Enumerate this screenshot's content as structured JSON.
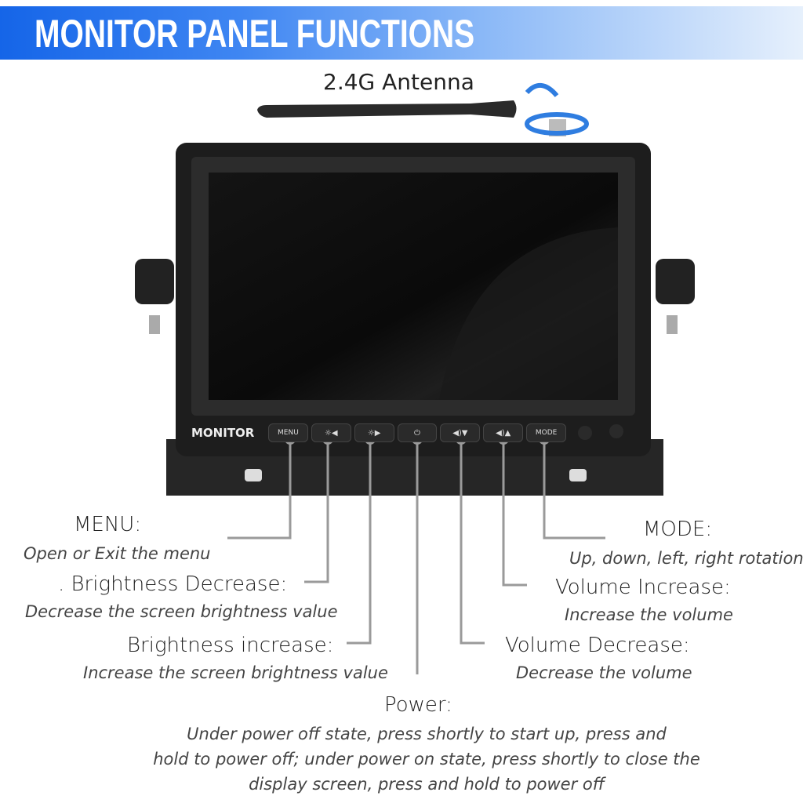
{
  "title": "MONITOR PANEL FUNCTIONS",
  "antenna_label": "2.4G Antenna",
  "monitor": {
    "brand": "MONITOR",
    "buttons": [
      {
        "label": "MENU",
        "icon": "menu"
      },
      {
        "label": "☼◀",
        "icon": "brightness-decrease"
      },
      {
        "label": "☼▶",
        "icon": "brightness-increase"
      },
      {
        "label": "⏻",
        "icon": "power"
      },
      {
        "label": "◀)▼",
        "icon": "volume-decrease"
      },
      {
        "label": "◀)▲",
        "icon": "volume-increase"
      },
      {
        "label": "MODE",
        "icon": "mode"
      }
    ]
  },
  "functions": {
    "menu": {
      "title": "MENU:",
      "desc": "Open or Exit the menu"
    },
    "brightness_decrease": {
      "title": ". Brightness Decrease:",
      "desc": "Decrease the screen brightness value"
    },
    "brightness_increase": {
      "title": "Brightness increase:",
      "desc": "Increase the screen brightness value"
    },
    "power": {
      "title": "Power:",
      "desc_lines": [
        "Under power off state, press shortly to start up, press and",
        "hold to power off; under power on state, press shortly to close the",
        "display screen, press and hold to power off"
      ]
    },
    "mode": {
      "title": "MODE:",
      "desc": "Up, down, left, right rotation"
    },
    "volume_increase": {
      "title": "Volume Increase:",
      "desc": "Increase the volume"
    },
    "volume_decrease": {
      "title": "Volume Decrease:",
      "desc": "Decrease the volume"
    }
  }
}
